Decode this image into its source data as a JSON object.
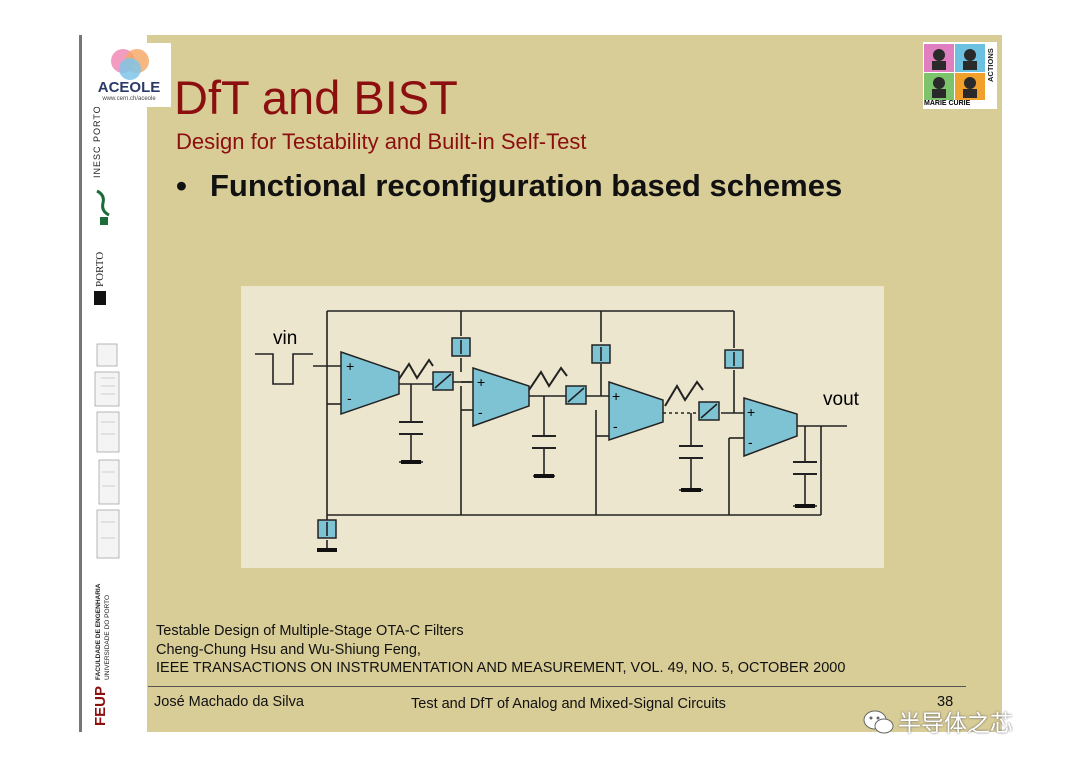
{
  "logos": {
    "aceole_name": "ACEOLE",
    "aceole_url": "www.cern.ch/aceole",
    "inesc": "INESC PORTO",
    "uporto": "PORTO",
    "feup_abbr": "FEUP",
    "feup_line1": "FACULDADE DE ENGENHARIA",
    "feup_line2": "UNIVERSIDADE DO PORTO",
    "marie_curie": "MARIE CURIE",
    "actions": "ACTIONS"
  },
  "slide": {
    "title": "DfT and BIST",
    "subtitle": "Design for Testability and Built-in Self-Test",
    "bullet_marker": "•",
    "bullet": "Functional reconfiguration based schemes"
  },
  "diagram": {
    "input_label": "vin",
    "output_label": "vout",
    "plus": "+",
    "minus": "-"
  },
  "reference": {
    "line1": "Testable Design of Multiple-Stage OTA-C Filters",
    "line2": "Cheng-Chung Hsu and Wu-Shiung Feng,",
    "line3": "IEEE TRANSACTIONS ON INSTRUMENTATION AND MEASUREMENT, VOL. 49, NO. 5, OCTOBER 2000"
  },
  "footer": {
    "author": "José Machado da Silva",
    "course": "Test and DfT of Analog and Mixed-Signal Circuits",
    "page": "38"
  },
  "watermark": "半导体之芯",
  "colors": {
    "slide_bg": "#d8cc97",
    "title": "#8c0f10",
    "diagram_bg": "#ece6cf",
    "component": "#7ec3d4"
  }
}
